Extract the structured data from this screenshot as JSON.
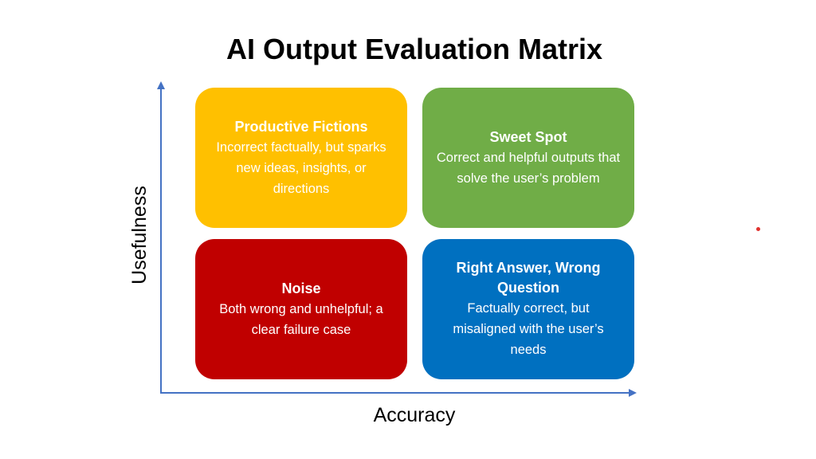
{
  "title": "AI Output Evaluation Matrix",
  "axes": {
    "x_label": "Accuracy",
    "y_label": "Usefulness",
    "color": "#4472c4"
  },
  "quadrants": [
    {
      "id": "top-left",
      "title": "Productive Fictions",
      "description": "Incorrect factually, but sparks new ideas, insights, or directions",
      "color": "#ffc000"
    },
    {
      "id": "top-right",
      "title": "Sweet Spot",
      "description": "Correct and helpful outputs that solve the user’s problem",
      "color": "#70ad47"
    },
    {
      "id": "bottom-left",
      "title": "Noise",
      "description": "Both wrong and unhelpful; a clear failure case",
      "color": "#c00000"
    },
    {
      "id": "bottom-right",
      "title": "Right Answer, Wrong Question",
      "description": "Factually correct, but misaligned with the user’s needs",
      "color": "#0070c0"
    }
  ]
}
